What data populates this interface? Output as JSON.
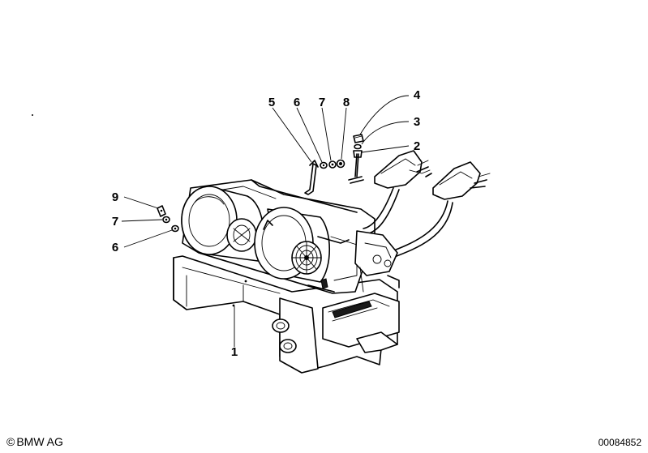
{
  "callouts": [
    {
      "id": "c1",
      "label": "1"
    },
    {
      "id": "c2",
      "label": "2"
    },
    {
      "id": "c3",
      "label": "3"
    },
    {
      "id": "c4",
      "label": "4"
    },
    {
      "id": "c5",
      "label": "5"
    },
    {
      "id": "c6a",
      "label": "6"
    },
    {
      "id": "c6b",
      "label": "6"
    },
    {
      "id": "c7a",
      "label": "7"
    },
    {
      "id": "c7b",
      "label": "7"
    },
    {
      "id": "c8",
      "label": "8"
    },
    {
      "id": "c9",
      "label": "9"
    }
  ],
  "footer": {
    "copyright_symbol": "©",
    "copyright_owner": "BMW AG",
    "diagram_number": "00084852"
  }
}
